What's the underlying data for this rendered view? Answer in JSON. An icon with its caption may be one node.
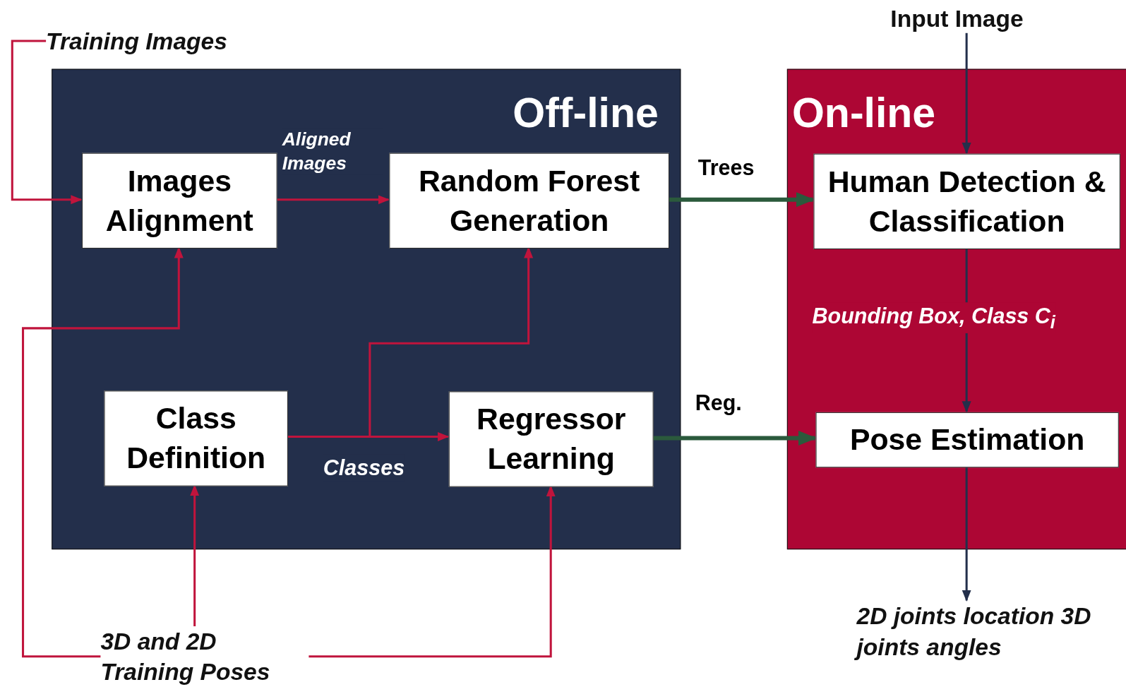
{
  "diagram": {
    "nodes": [
      {
        "text": [
          "Off-line"
        ]
      },
      {
        "text": [
          "Images Alignment"
        ],
        "in": 0
      },
      {
        "text": [
          "Random Forest Generation"
        ],
        "in": 0
      },
      {
        "text": [
          "Class Definition"
        ],
        "in": 0
      },
      {
        "text": [
          "Regressor Learning"
        ],
        "in": 0
      },
      {
        "text": [
          "On-line"
        ]
      },
      {
        "text": [
          "Human Detection & Classification"
        ],
        "in": 5
      },
      {
        "text": [
          "Pose Estimation"
        ],
        "in": 5
      },
      {
        "text": [
          "Training Images"
        ]
      },
      {
        "text": [
          "Input Image"
        ]
      },
      {
        "text": [
          "3D and 2D Training Poses"
        ]
      },
      {
        "text": [
          "2D joints location 3D joints angles"
        ]
      }
    ],
    "edges": [
      {
        "from": 8,
        "to": 1,
        "arrow": "to"
      },
      {
        "from": 1,
        "to": 2,
        "arrow": "to",
        "label": "Aligned Images"
      },
      {
        "from": 10,
        "to": 1,
        "arrow": "to"
      },
      {
        "from": 10,
        "to": 3,
        "arrow": "to"
      },
      {
        "from": 10,
        "to": 4,
        "arrow": "to"
      },
      {
        "from": 3,
        "to": 4,
        "arrow": "to",
        "label": "Classes"
      },
      {
        "from": 3,
        "to": 2,
        "arrow": "to"
      },
      {
        "from": 2,
        "to": 6,
        "arrow": "to",
        "label": "Trees",
        "style": "thick",
        "color": "#2b5a3c"
      },
      {
        "from": 4,
        "to": 7,
        "arrow": "to",
        "label": "Reg.",
        "style": "thick",
        "color": "#2b5a3c"
      },
      {
        "from": 9,
        "to": 6,
        "arrow": "to",
        "color": "#232f4b"
      },
      {
        "from": 6,
        "to": 7,
        "arrow": "to",
        "label": "Bounding Box, Class C$_{i}$",
        "color": "#232f4b"
      },
      {
        "from": 7,
        "to": 11,
        "arrow": "to",
        "color": "#232f4b"
      }
    ]
  }
}
